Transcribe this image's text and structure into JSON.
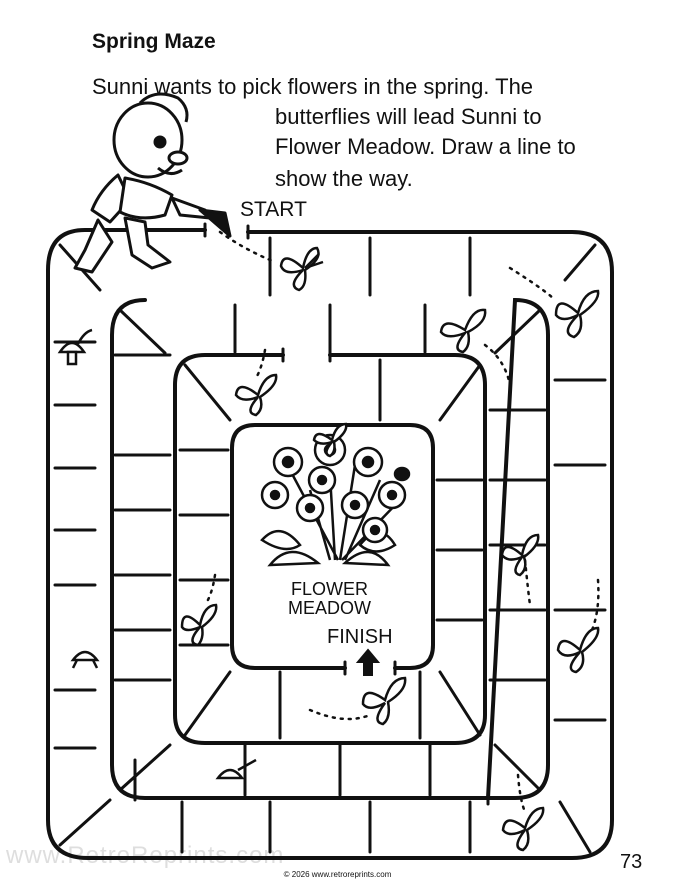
{
  "worksheet": {
    "title": "Spring Maze",
    "instructions": [
      "Sunni wants to pick flowers in the spring. The",
      "butterflies will lead Sunni to",
      "Flower Meadow. Draw a line to",
      "show the way."
    ],
    "start_label": "START",
    "center_label_line1": "FLOWER",
    "center_label_line2": "MEADOW",
    "finish_label": "FINISH",
    "page_number": "73",
    "copyright": "© 2026 www.retroreprints.com",
    "watermark": "www.RetroReprints.com"
  },
  "icons": [
    "character-sunni-icon",
    "butterfly-icon",
    "flower-bouquet-icon",
    "ladybug-icon",
    "mushroom-icon",
    "arrow-down-icon",
    "arrow-up-icon"
  ],
  "colors": {
    "ink": "#111111",
    "paper": "#ffffff",
    "watermark": "#dedede"
  }
}
